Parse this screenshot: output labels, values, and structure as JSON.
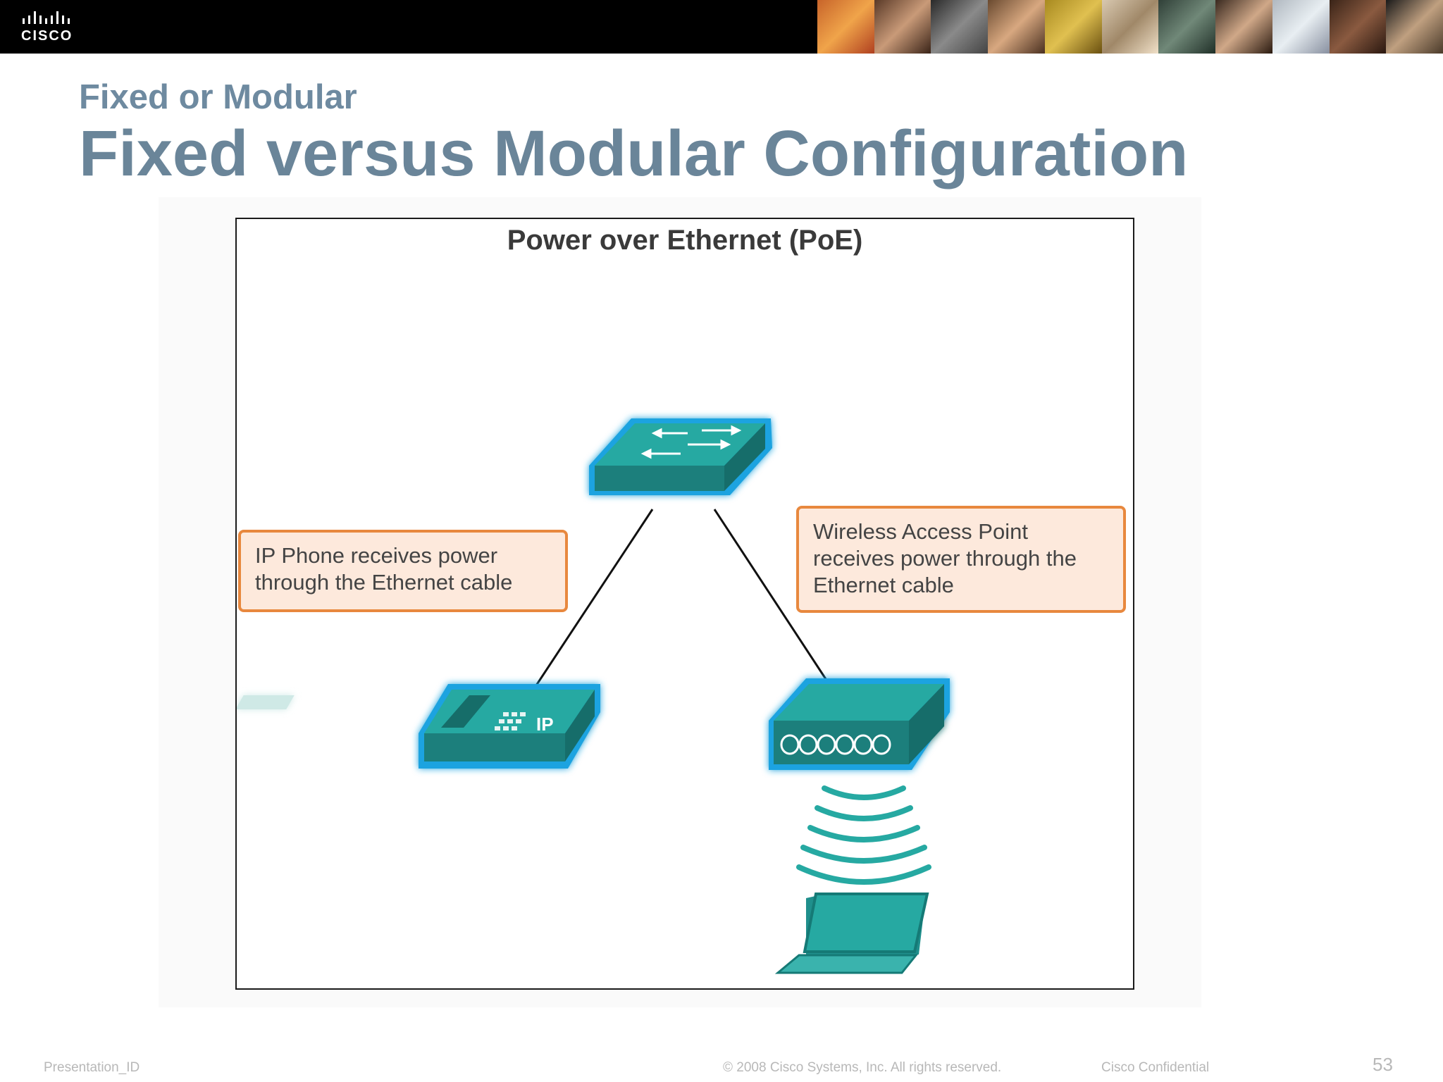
{
  "header": {
    "brand": "CISCO"
  },
  "slide": {
    "subtitle": "Fixed or Modular",
    "title": "Fixed versus Modular Configuration"
  },
  "figure": {
    "title": "Power over Ethernet (PoE)",
    "callouts": {
      "left": "IP Phone receives power through the Ethernet cable",
      "right": "Wireless Access Point receives power through the Ethernet cable"
    },
    "icons": [
      "switch-icon",
      "ip-phone-icon",
      "wireless-access-point-icon",
      "wireless-signal-icon",
      "laptop-icon"
    ],
    "phone_label": "IP"
  },
  "footer": {
    "presentation_id": "Presentation_ID",
    "copyright": "© 2008 Cisco Systems, Inc. All rights reserved.",
    "confidential": "Cisco Confidential",
    "page_number": "53"
  },
  "colors": {
    "device_teal": "#1f8f8c",
    "device_glow": "#1aa3e0",
    "callout_border": "#e8883e",
    "callout_fill": "#fde9dc",
    "title_blue": "#6a8599"
  }
}
